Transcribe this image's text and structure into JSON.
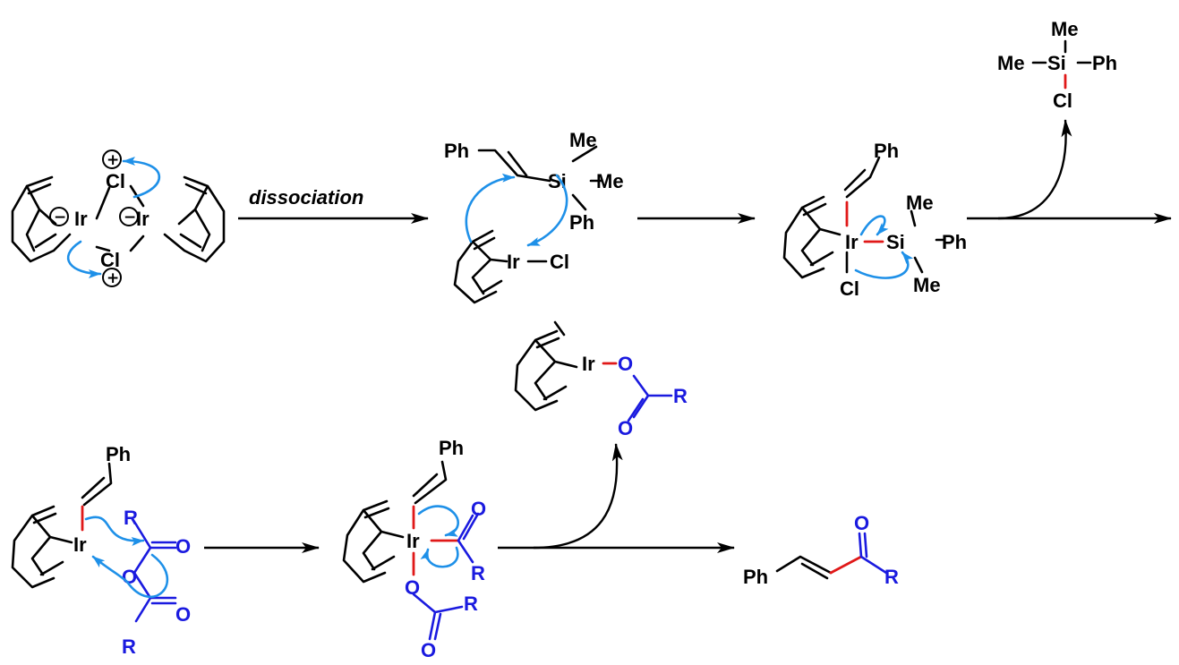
{
  "scheme": {
    "colors": {
      "bond": "#000000",
      "new_bond": "#e01818",
      "carbonyl": "#1a1adf",
      "curly_arrow": "#1e90e8"
    },
    "step1": {
      "label": "dissociation"
    },
    "dimer": {
      "cl_top": "Cl",
      "cl_bottom": "Cl",
      "ir_left": "Ir",
      "ir_right": "Ir",
      "charge_pos": "+",
      "charge_neg": "−"
    },
    "complex1": {
      "ph": "Ph",
      "si": "Si",
      "me1": "Me",
      "me2": "Me",
      "ph2": "Ph",
      "ir": "Ir",
      "cl": "Cl"
    },
    "complex2": {
      "ph": "Ph",
      "ir": "Ir",
      "si": "Si",
      "me1": "Me",
      "me2": "Me",
      "ph2": "Ph",
      "cl": "Cl"
    },
    "byproduct_silane": {
      "me_top": "Me",
      "me_left": "Me",
      "si": "Si",
      "ph": "Ph",
      "cl": "Cl"
    },
    "complex3": {
      "ph": "Ph",
      "ir": "Ir",
      "r1": "R",
      "o1": "O",
      "o_bridge": "O",
      "o2": "O",
      "r2": "R"
    },
    "complex4": {
      "ph": "Ph",
      "ir": "Ir",
      "o_acyl": "O",
      "r_acyl": "R",
      "o_carb": "O",
      "r_carb": "R",
      "o_carb2": "O"
    },
    "byproduct_carboxylate": {
      "ir": "Ir",
      "o1": "O",
      "r": "R",
      "o2": "O"
    },
    "product": {
      "ph": "Ph",
      "o": "O",
      "r": "R"
    }
  }
}
